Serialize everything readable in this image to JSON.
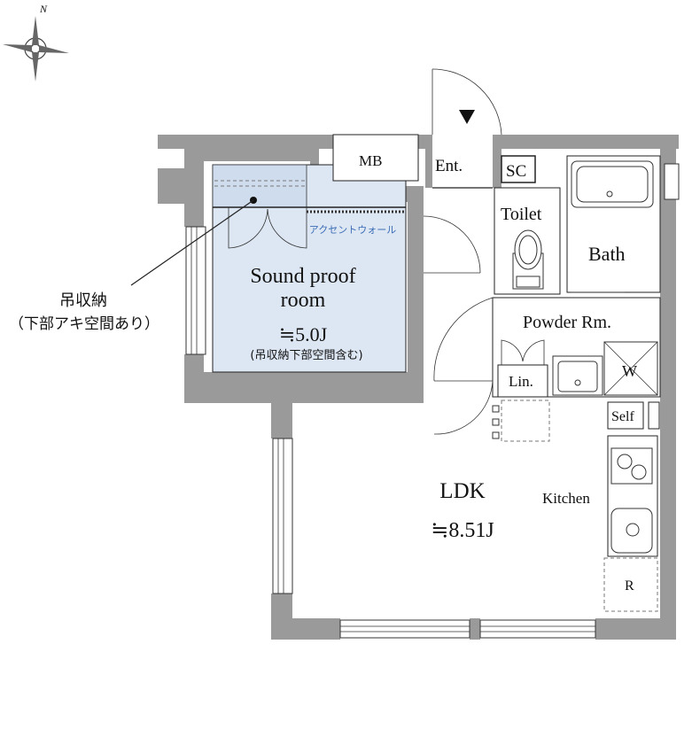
{
  "compass": {
    "north_label": "N"
  },
  "rooms": {
    "mb": "MB",
    "entrance": "Ent.",
    "sc": "SC",
    "toilet": "Toilet",
    "bath": "Bath",
    "powder": "Powder Rm.",
    "linen": "Lin.",
    "washer": "W",
    "shelf": "Self",
    "kitchen": "Kitchen",
    "fridge": "R",
    "sound_room_line1": "Sound proof",
    "sound_room_line2": "room",
    "sound_room_area": "≒5.0J",
    "sound_room_note": "(吊収納下部空間含む)",
    "ldk": "LDK",
    "ldk_area": "≒8.51J"
  },
  "annotations": {
    "storage_line1": "吊収納",
    "storage_line2": "（下部アキ空間あり）",
    "accent_wall": "アクセントウォール"
  },
  "colors": {
    "wall": "#9a9a9a",
    "sound_room_fill": "#dde6f3",
    "accent_text": "#3a6db5"
  }
}
